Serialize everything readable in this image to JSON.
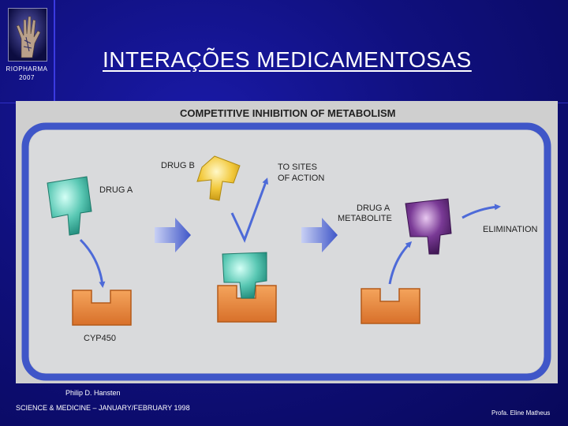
{
  "header": {
    "logo_line1": "RIOPHARMA",
    "logo_line2": "2007",
    "title": "INTERAÇÕES MEDICAMENTOSAS"
  },
  "figure": {
    "heading": "COMPETITIVE INHIBITION OF METABOLISM",
    "labels": {
      "drug_b": "DRUG  B",
      "drug_a": "DRUG  A",
      "to_sites_line1": "TO SITES",
      "to_sites_line2": "OF ACTION",
      "metabolite_line1": "DRUG  A",
      "metabolite_line2": "METABOLITE",
      "elimination": "ELIMINATION",
      "cyp": "CYP450"
    },
    "colors": {
      "frame_blue": "#3f56c8",
      "enzyme_orange": "#e8843a",
      "drug_a_teal": "#4fbdaa",
      "drug_b_yellow": "#eec53a",
      "metabolite_purple": "#6a2e86",
      "arrow_blue": "#4d6ad8"
    }
  },
  "footer": {
    "author": "Philip D. Hansten",
    "source": "SCIENCE & MEDICINE – JANUARY/FEBRUARY 1998",
    "professor": "Profa. Eline Matheus"
  }
}
